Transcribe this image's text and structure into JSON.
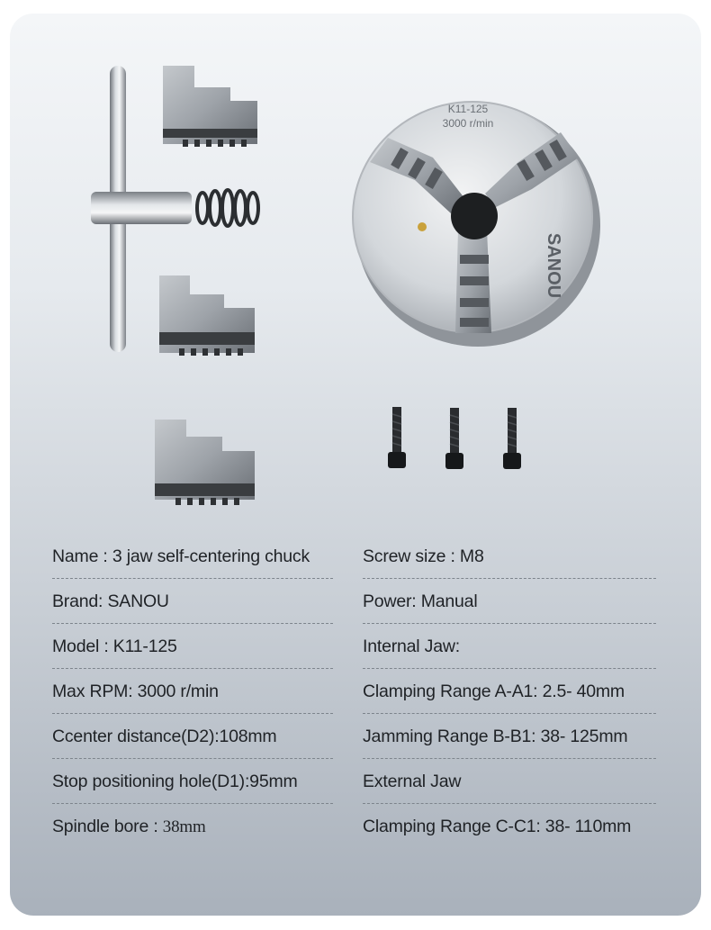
{
  "product": {
    "chuck_face_model": "K11-125",
    "chuck_face_rpm": "3000 r/min",
    "chuck_brand_mark": "SANOU"
  },
  "specs": {
    "left": [
      {
        "text": "Name : 3 jaw self-centering chuck"
      },
      {
        "text": "Brand: SANOU"
      },
      {
        "text": "Model : K11-125"
      },
      {
        "text": "Max RPM: 3000 r/min"
      },
      {
        "text": "Ccenter distance(D2):108mm"
      },
      {
        "text": "Stop positioning hole(D1):95mm"
      },
      {
        "label": "Spindle bore : ",
        "value": "38mm"
      }
    ],
    "right": [
      {
        "text": "Screw size : M8"
      },
      {
        "text": "Power: Manual"
      },
      {
        "text": "Internal Jaw:"
      },
      {
        "text": "Clamping Range A-A1: 2.5- 40mm"
      },
      {
        "text": "Jamming Range B-B1: 38- 125mm"
      },
      {
        "text": "External Jaw"
      },
      {
        "text": "Clamping Range C-C1: 38- 110mm"
      }
    ]
  }
}
